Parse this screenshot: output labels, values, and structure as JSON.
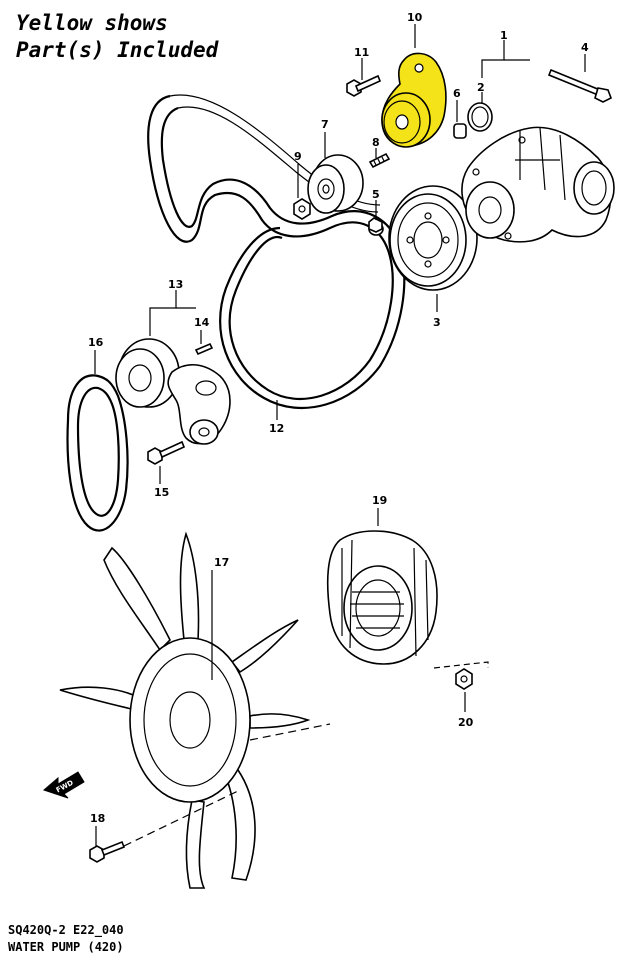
{
  "legend": {
    "line1": "Yellow shows",
    "line2": "Part(s) Included"
  },
  "colors": {
    "highlight": "#f5e31a",
    "line": "#000000",
    "background": "#ffffff"
  },
  "callouts": {
    "c1": "1",
    "c2": "2",
    "c3": "3",
    "c4": "4",
    "c5": "5",
    "c6": "6",
    "c7": "7",
    "c8": "8",
    "c9": "9",
    "c10": "10",
    "c11": "11",
    "c12": "12",
    "c13": "13",
    "c14": "14",
    "c15": "15",
    "c16": "16",
    "c17": "17",
    "c18": "18",
    "c19": "19",
    "c20": "20"
  },
  "front_arrow": {
    "label": "FWD",
    "icon": "front-direction-arrow-icon"
  },
  "footer": {
    "diagram_code": "SQ420Q-2 E22_040",
    "diagram_title": "WATER PUMP (420)"
  }
}
